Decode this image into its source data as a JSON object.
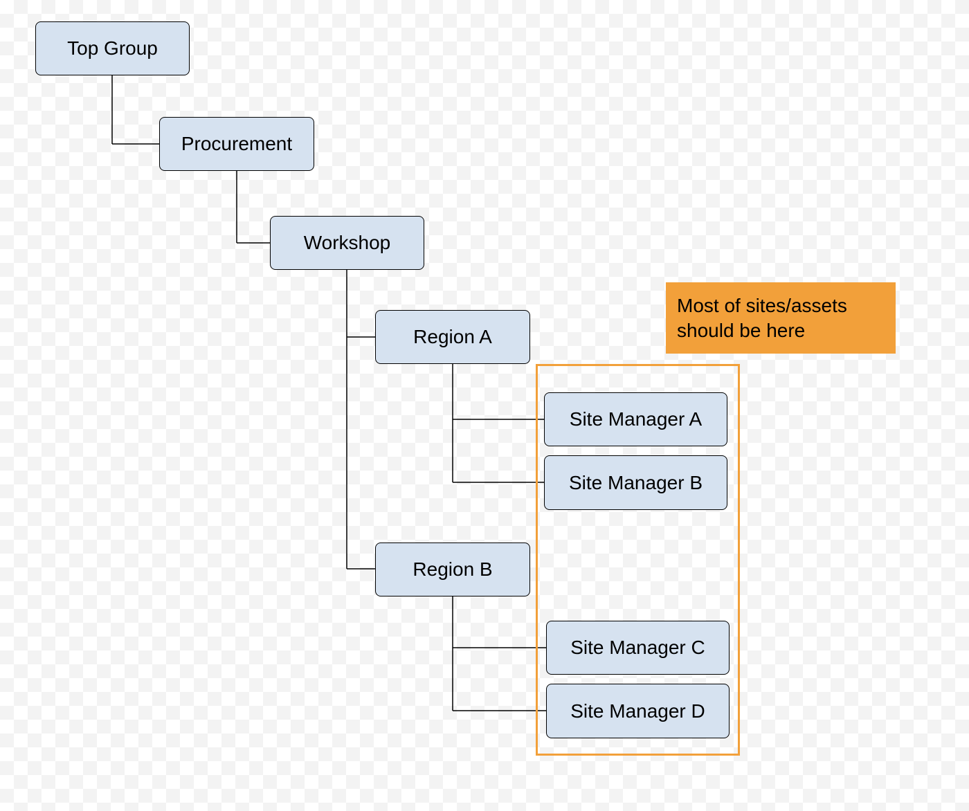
{
  "diagram": {
    "nodes": {
      "top_group": "Top Group",
      "procurement": "Procurement",
      "workshop": "Workshop",
      "region_a": "Region A",
      "region_b": "Region B",
      "site_manager_a": "Site Manager A",
      "site_manager_b": "Site Manager B",
      "site_manager_c": "Site Manager C",
      "site_manager_d": "Site Manager D"
    },
    "callout": {
      "line1": "Most of sites/assets",
      "line2": "should be here"
    },
    "colors": {
      "node_fill": "#d6e2f0",
      "node_border": "#000000",
      "accent": "#f2a03a",
      "connector": "#000000"
    },
    "edges": [
      [
        "Top Group",
        "Procurement"
      ],
      [
        "Procurement",
        "Workshop"
      ],
      [
        "Workshop",
        "Region A"
      ],
      [
        "Workshop",
        "Region B"
      ],
      [
        "Region A",
        "Site Manager A"
      ],
      [
        "Region A",
        "Site Manager B"
      ],
      [
        "Region B",
        "Site Manager C"
      ],
      [
        "Region B",
        "Site Manager D"
      ]
    ]
  }
}
